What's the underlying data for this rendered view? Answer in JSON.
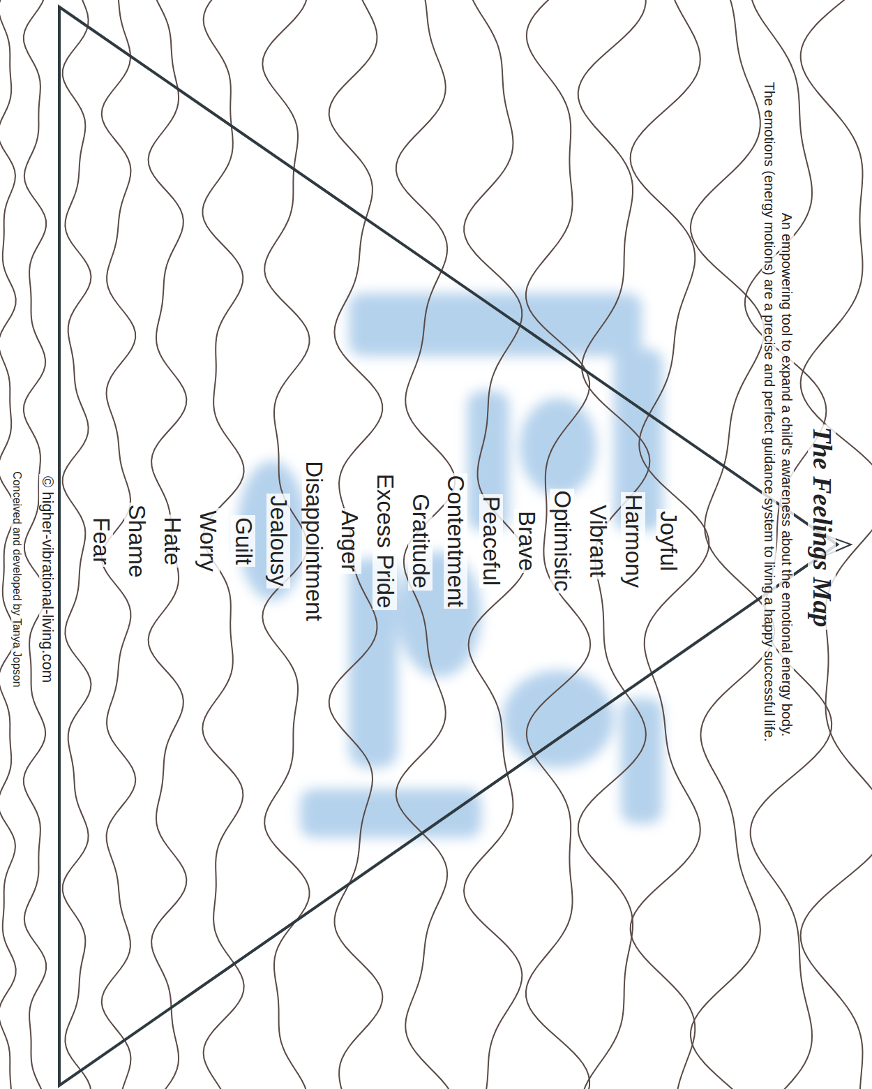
{
  "diagram": {
    "title": "The Feelings Map",
    "labels": [
      "An empowering tool to expand a child's awareness about the emotional energy body.",
      "The emotions (energy motions) are a precise and perfect guidance system to living a happy successful life.",
      "Joyful",
      "Harmony",
      "Vibrant",
      "Optimistic",
      "Brave",
      "Peaceful",
      "Contentment",
      "Gratitude",
      "Excess Pride",
      "Anger",
      "Disappointment",
      "Jealousy",
      "Guilt",
      "Worry",
      "Hate",
      "Shame",
      "Fear",
      "© higher-vibrational-living.com",
      "Conceived and developed by Tanya Jopson"
    ]
  }
}
